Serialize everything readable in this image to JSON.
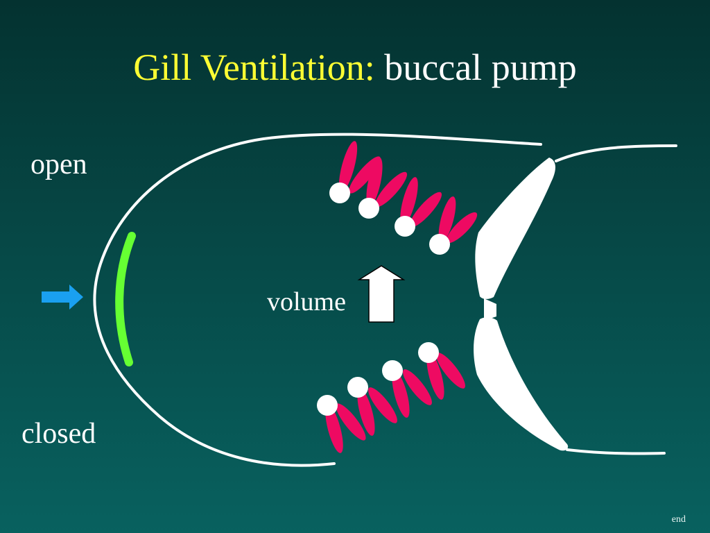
{
  "slide": {
    "title_accent": "Gill Ventilation:",
    "title_rest": "buccal pump",
    "state_open": "open",
    "state_closed": "closed",
    "volume_label": "volume",
    "end_link": "end"
  },
  "colors": {
    "title_accent": "#ffff33",
    "text": "#ffffff",
    "outline": "#ffffff",
    "gill_filament": "#ee0a62",
    "mouth_valve": "#66ff33",
    "flow_arrow": "#1aa0f0",
    "volume_arrow": "#ffffff"
  },
  "icons": {
    "flow": "right-arrow-icon",
    "volume": "up-arrow-icon"
  }
}
